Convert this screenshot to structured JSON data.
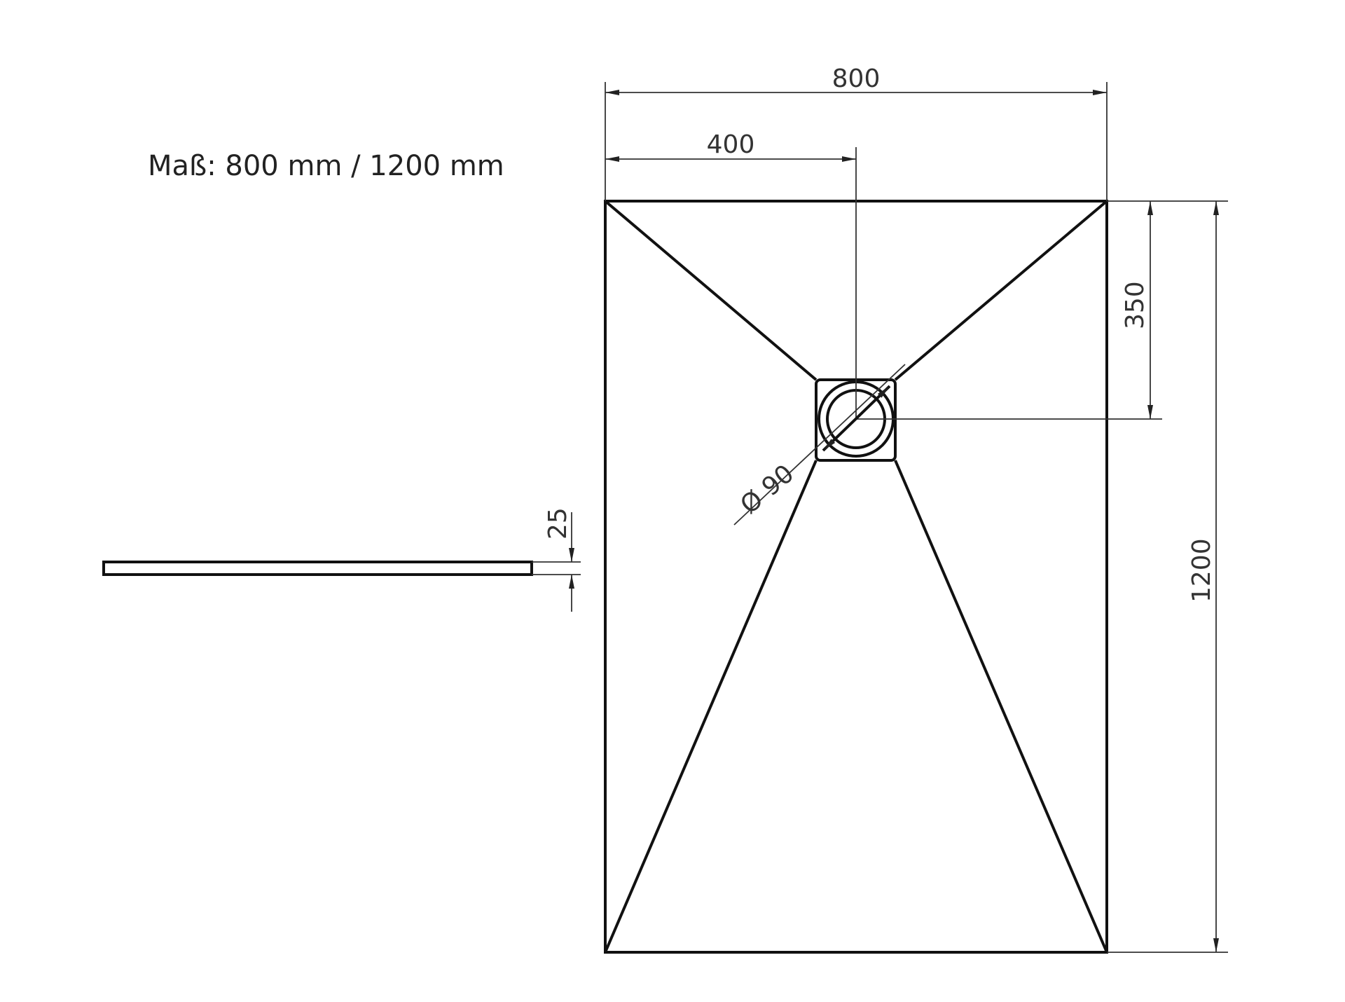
{
  "title": "Maß: 800 mm / 1200 mm",
  "dimensions": {
    "width": "800",
    "drain_offset_x": "400",
    "drain_offset_y": "350",
    "length": "1200",
    "drain_diameter": "Ø 90",
    "thickness": "25"
  },
  "colors": {
    "line": "#111111",
    "background": "#ffffff"
  }
}
